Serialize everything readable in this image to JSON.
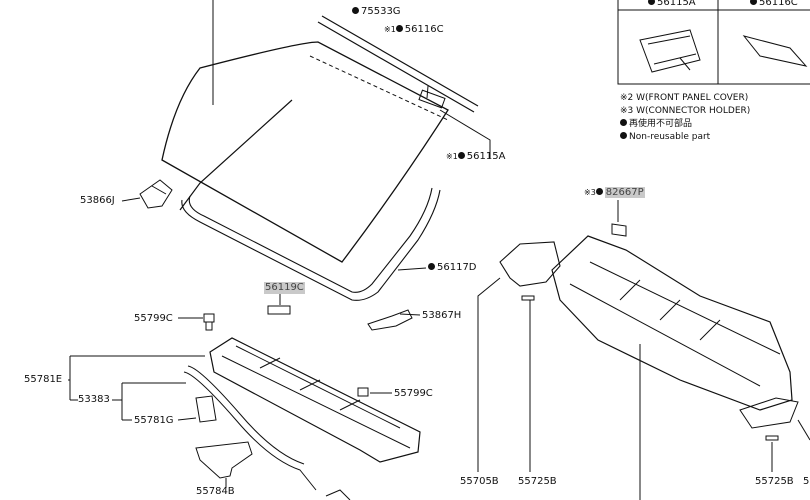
{
  "labels": {
    "p75533g": "75533G",
    "p56116c_ref": "※1",
    "p56116c": "56116C",
    "p56115a_ref": "※1",
    "p56115a": "56115A",
    "p53866j": "53866J",
    "p56117d": "56117D",
    "p56119c": "56119C",
    "p53867h": "53867H",
    "p55799c_a": "55799C",
    "p55781e": "55781E",
    "p53383": "53383",
    "p55799c_b": "55799C",
    "p55781g": "55781G",
    "p55784b": "55784B",
    "p82667p_ref": "※3",
    "p82667p": "82667P",
    "p55705b": "55705B",
    "p55725b_a": "55725B",
    "p55725b_b": "55725B",
    "p_partial": "5"
  },
  "legend": {
    "col1_header": "56115A",
    "col2_header": "56116C",
    "note2": "※2 W(FRONT PANEL COVER)",
    "note3": "※3 W(CONNECTOR HOLDER)",
    "note_jp": "再使用不可部品",
    "note_en": "Non-reusable part"
  },
  "colors": {
    "line": "#111111",
    "highlight": "#c9c9c9"
  }
}
